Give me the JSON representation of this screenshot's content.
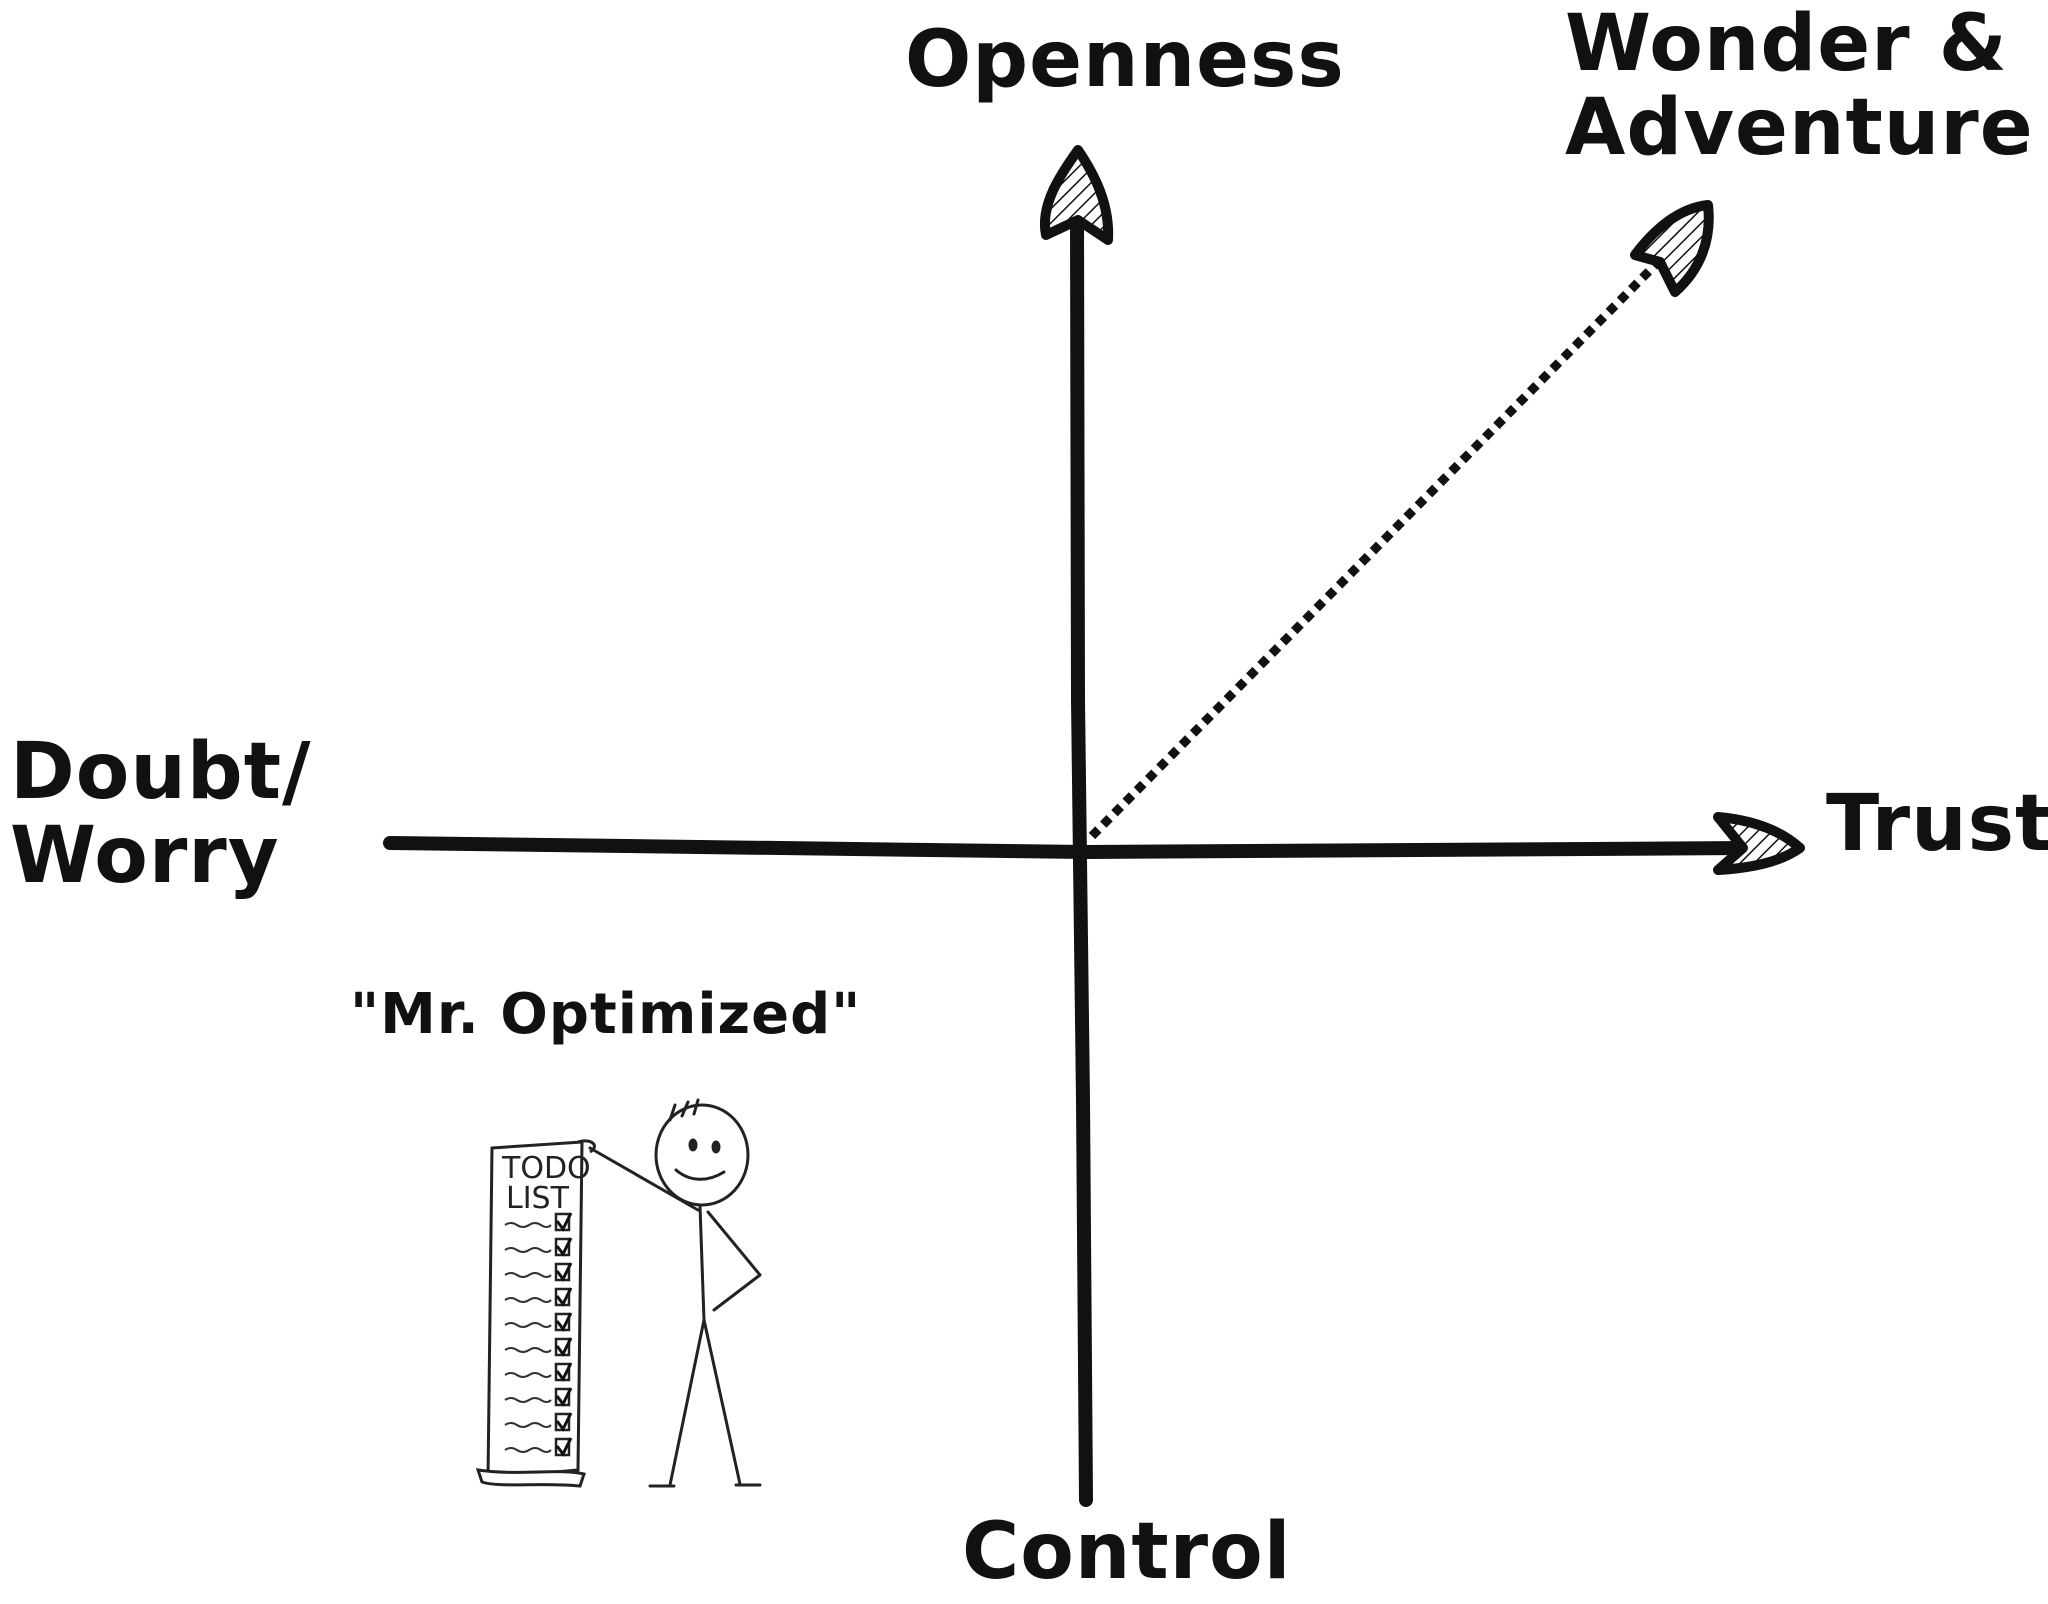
{
  "labels": {
    "top": "Openness",
    "top_right_line1": "Wonder &",
    "top_right_line2": "Adventure",
    "left_line1": "Doubt/",
    "left_line2": "Worry",
    "right": "Trust",
    "bottom": "Control",
    "character": "\"Mr. Optimized\""
  },
  "todo_list": {
    "line1": "TODO",
    "line2": "LIST",
    "checked_items": 10
  },
  "colors": {
    "ink": "#111111",
    "background": "#ffffff"
  }
}
